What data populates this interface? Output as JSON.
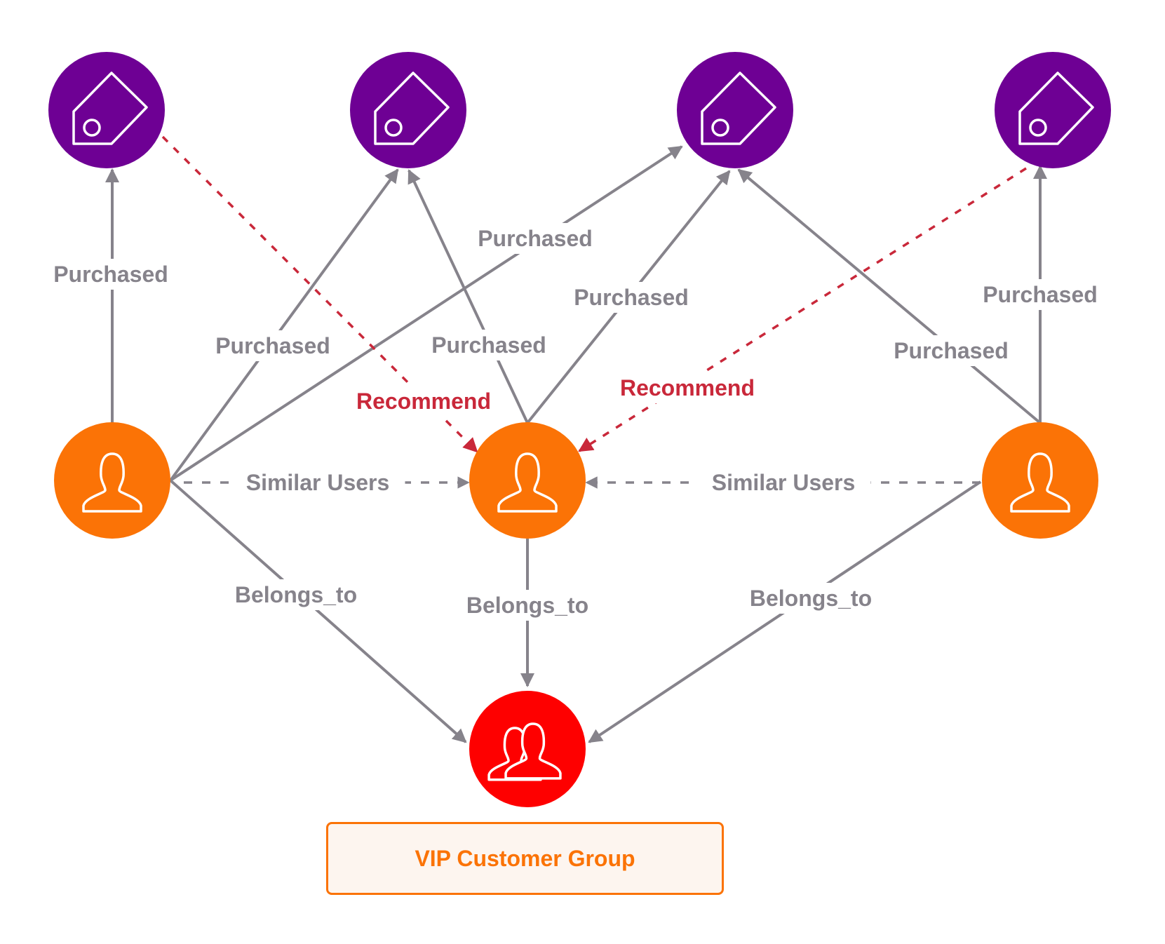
{
  "colors": {
    "product": "#6e0094",
    "user": "#fb7306",
    "group": "#fe0000",
    "edge": "#86838b",
    "recommend": "#c9283a",
    "group_box_border": "#fb7306",
    "group_box_fill": "#fdf5ef"
  },
  "nodes": [
    {
      "id": "P1",
      "type": "product",
      "icon": "tag-icon"
    },
    {
      "id": "P2",
      "type": "product",
      "icon": "tag-icon"
    },
    {
      "id": "P3",
      "type": "product",
      "icon": "tag-icon"
    },
    {
      "id": "P4",
      "type": "product",
      "icon": "tag-icon"
    },
    {
      "id": "U1",
      "type": "user",
      "icon": "user-icon"
    },
    {
      "id": "U2",
      "type": "user",
      "icon": "user-icon"
    },
    {
      "id": "U3",
      "type": "user",
      "icon": "user-icon"
    },
    {
      "id": "G",
      "type": "group",
      "icon": "users-group-icon"
    }
  ],
  "edges": [
    {
      "from": "U1",
      "to": "P1",
      "label": "Purchased",
      "style": "solid"
    },
    {
      "from": "U1",
      "to": "P2",
      "label": "Purchased",
      "style": "solid"
    },
    {
      "from": "U1",
      "to": "P3",
      "label": "Purchased",
      "style": "solid"
    },
    {
      "from": "U2",
      "to": "P2",
      "label": "Purchased",
      "style": "solid"
    },
    {
      "from": "U2",
      "to": "P3",
      "label": "Purchased",
      "style": "solid"
    },
    {
      "from": "U3",
      "to": "P3",
      "label": "Purchased",
      "style": "solid"
    },
    {
      "from": "U3",
      "to": "P4",
      "label": "Purchased",
      "style": "solid"
    },
    {
      "from": "P1",
      "to": "U2",
      "label": "Recommend",
      "style": "recommend"
    },
    {
      "from": "P4",
      "to": "U2",
      "label": "Recommend",
      "style": "recommend"
    },
    {
      "from": "U1",
      "to": "U2",
      "label": "Similar Users",
      "style": "similar"
    },
    {
      "from": "U3",
      "to": "U2",
      "label": "Similar Users",
      "style": "similar"
    },
    {
      "from": "U1",
      "to": "G",
      "label": "Belongs_to",
      "style": "solid"
    },
    {
      "from": "U2",
      "to": "G",
      "label": "Belongs_to",
      "style": "solid"
    },
    {
      "from": "U3",
      "to": "G",
      "label": "Belongs_to",
      "style": "solid"
    }
  ],
  "group_box": {
    "label": "VIP Customer Group"
  }
}
